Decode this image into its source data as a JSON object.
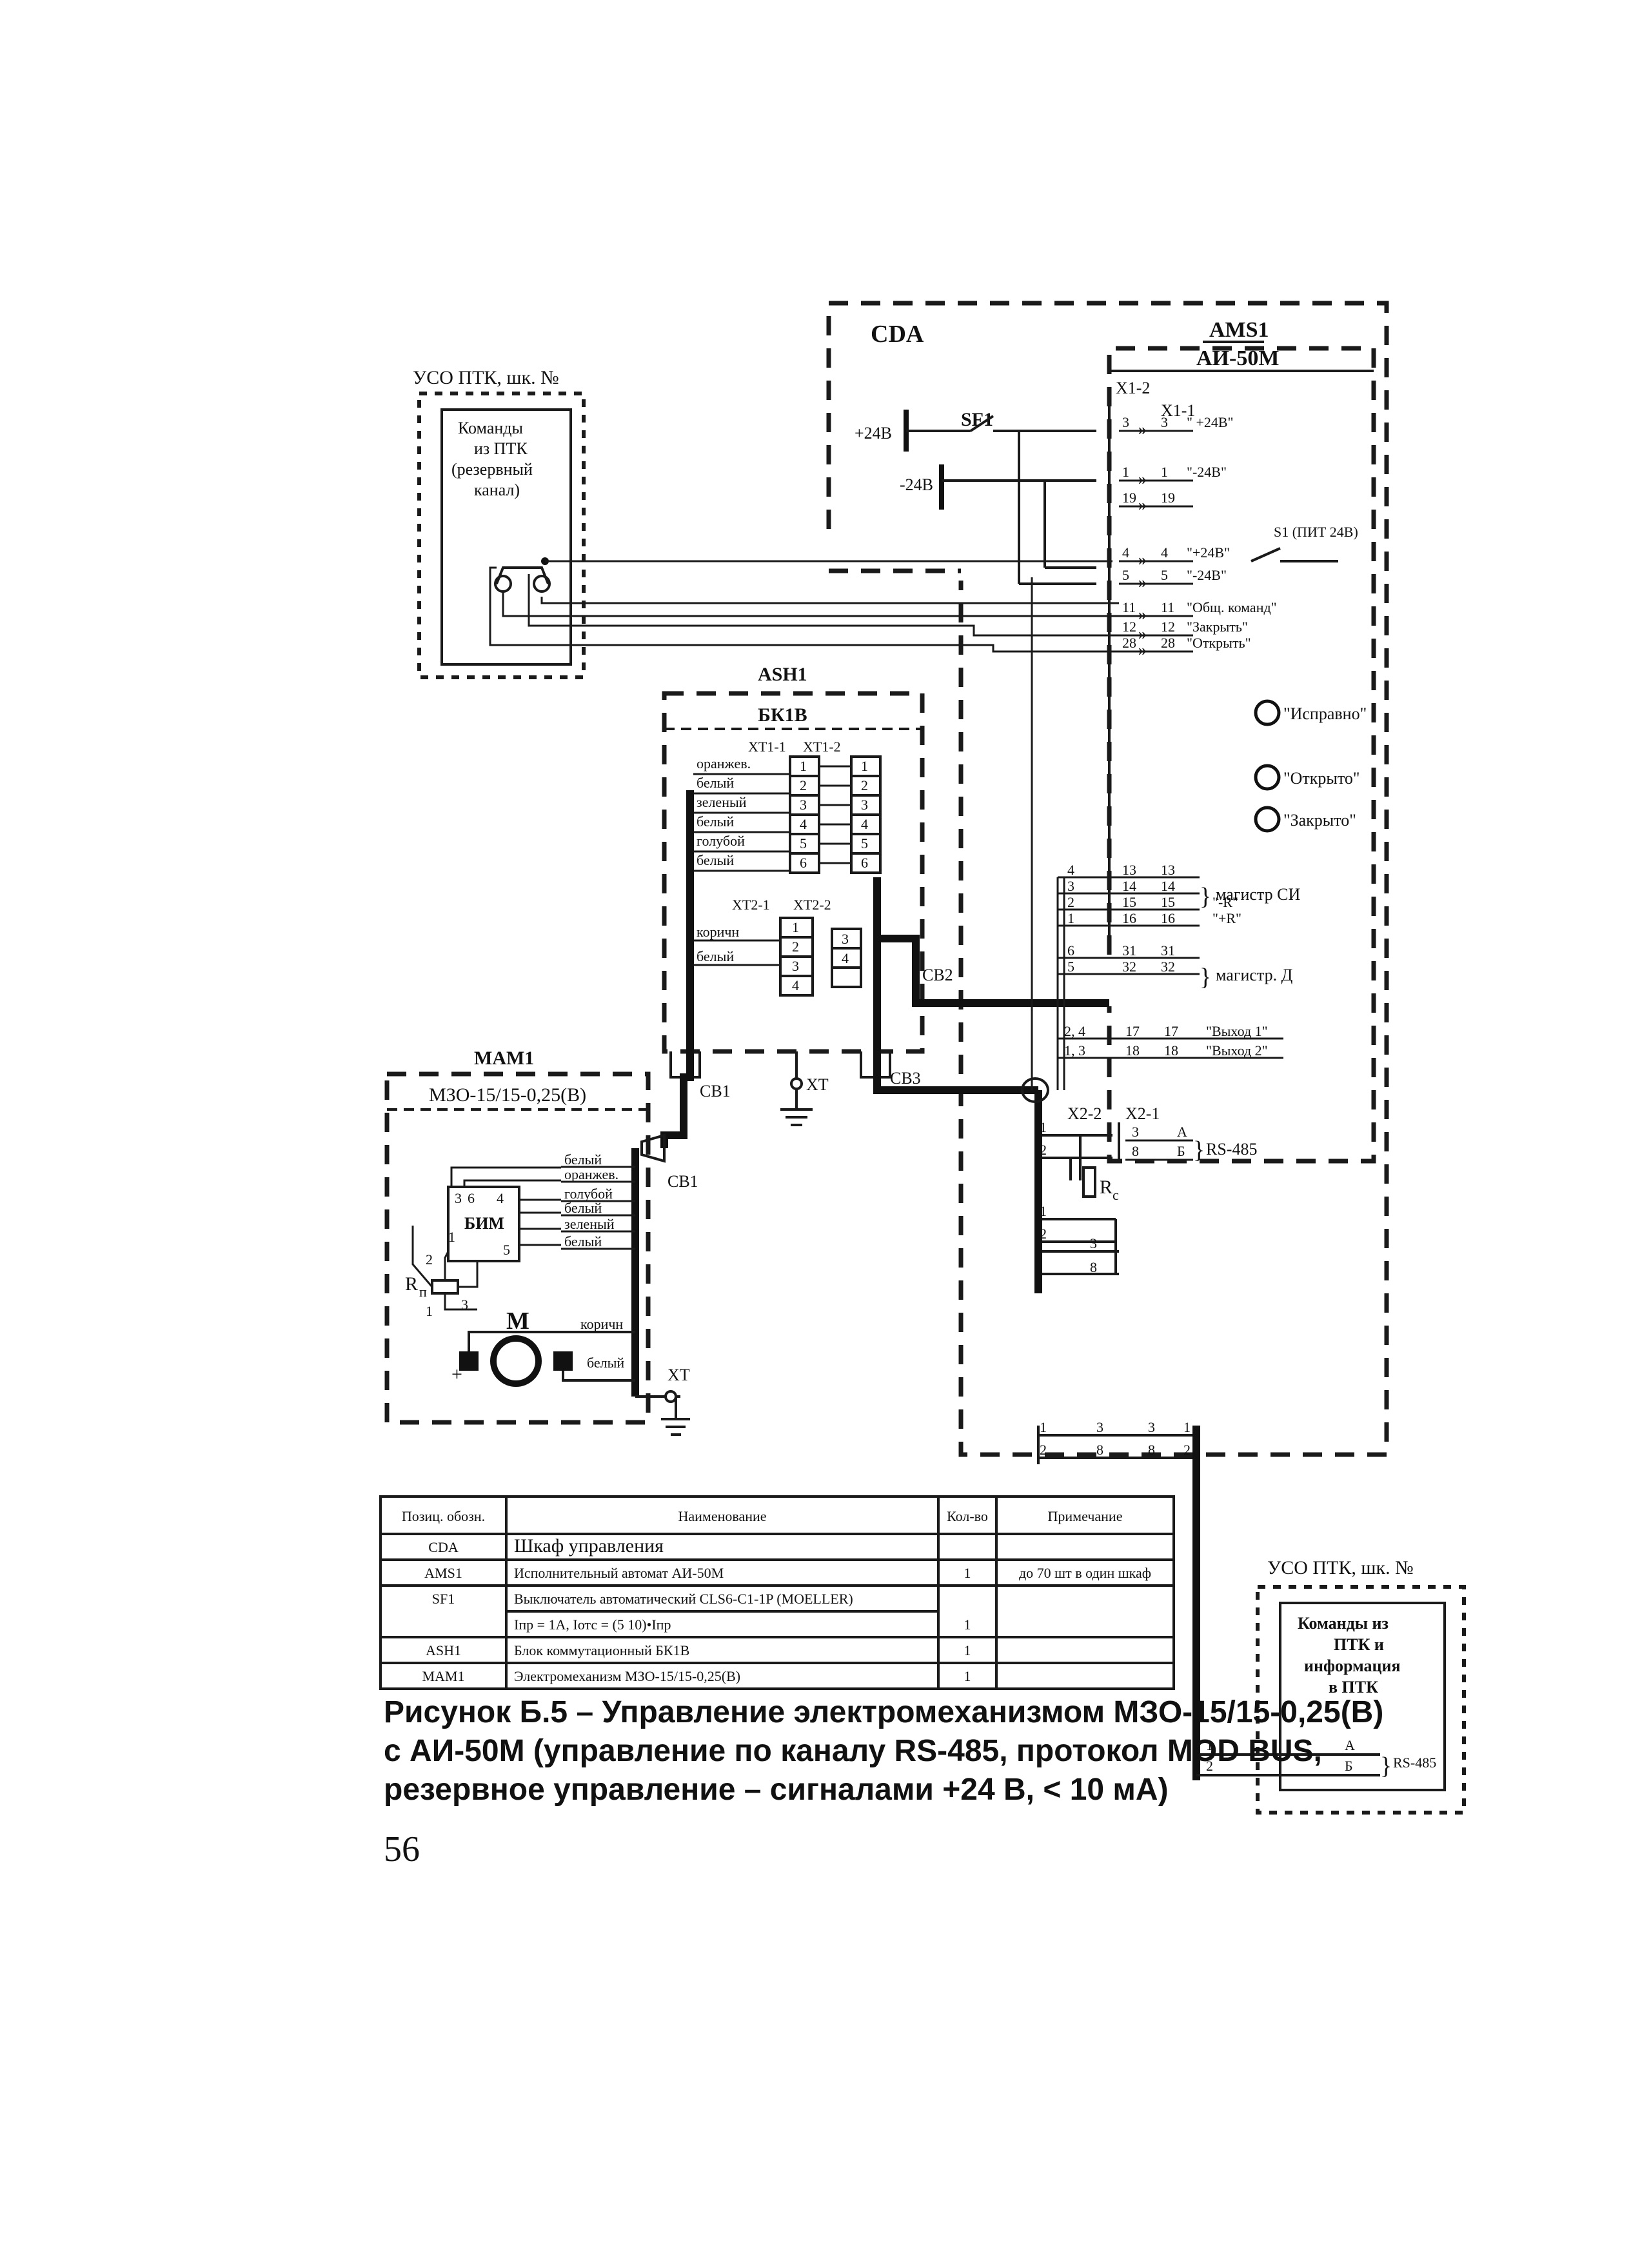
{
  "cda": {
    "title": "CDA",
    "plus24": "+24В",
    "minus24": "-24В",
    "sf1": "SF1"
  },
  "ams1": {
    "ref": "AMS1",
    "model": "АИ-50М",
    "x12": "X1-2",
    "x11": "X1-1",
    "s1": "S1 (ПИТ 24В)",
    "terminals": [
      {
        "a": "3",
        "b": "3",
        "sig": "\" +24В\""
      },
      {
        "a": "1",
        "b": "1",
        "sig": "\"-24В\""
      },
      {
        "a": "19",
        "b": "19",
        "sig": ""
      },
      {
        "a": "4",
        "b": "4",
        "sig": "\"+24В\""
      },
      {
        "a": "5",
        "b": "5",
        "sig": "\"-24В\""
      },
      {
        "a": "11",
        "b": "11",
        "sig": "\"Общ. команд\""
      },
      {
        "a": "12",
        "b": "12",
        "sig": "\"Закрыть\""
      },
      {
        "a": "28",
        "b": "28",
        "sig": "\"Открыть\""
      }
    ],
    "leds": [
      "\"Исправно\"",
      "\"Открыто\"",
      "\"Закрыто\""
    ],
    "bus": [
      {
        "a": "13",
        "b": "13",
        "sig": ""
      },
      {
        "a": "14",
        "b": "14",
        "sig": ""
      },
      {
        "a": "15",
        "b": "15",
        "sig": "\"-R\""
      },
      {
        "a": "16",
        "b": "16",
        "sig": "\"+R\""
      },
      {
        "a": "31",
        "b": "31",
        "sig": ""
      },
      {
        "a": "32",
        "b": "32",
        "sig": ""
      }
    ],
    "bus_left": [
      "4",
      "3",
      "2",
      "1",
      "6",
      "5"
    ],
    "magistr_si": "магистр СИ",
    "magistr_d": "магистр. Д",
    "outputs": [
      {
        "left": "2, 4",
        "a": "17",
        "b": "17",
        "sig": "\"Выход 1\""
      },
      {
        "left": "1, 3",
        "a": "18",
        "b": "18",
        "sig": "\"Выход 2\""
      }
    ],
    "x22": "X2-2",
    "x21": "X2-1",
    "rs485": "RS-485",
    "rc": "R",
    "rs_a": "А",
    "rs_b": "Б"
  },
  "uso_left": {
    "title": "УСО ПТК, шк. №",
    "box": [
      "Команды",
      "из ПТК",
      "(резервный",
      "канал)"
    ]
  },
  "ash1": {
    "ref": "ASH1",
    "model": "БК1В",
    "xt11": "XT1-1",
    "xt12": "XT1-2",
    "xt21": "XT2-1",
    "xt22": "XT2-2",
    "wires1": [
      "оранжев.",
      "белый",
      "зеленый",
      "белый",
      "голубой",
      "белый"
    ],
    "nums1": [
      "1",
      "2",
      "3",
      "4",
      "5",
      "6"
    ],
    "wires2": [
      "коричн",
      "белый"
    ],
    "nums2": [
      "1",
      "2",
      "3",
      "4"
    ],
    "cb2": "СВ2",
    "cb3": "СВ3",
    "cb1": "СВ1",
    "xt": "XT"
  },
  "mam1": {
    "ref": "МАМ1",
    "model": "МЗО-15/15-0,25(В)",
    "bim": "БИМ",
    "rp": "R",
    "motor": "М",
    "wires": [
      "белый",
      "оранжев.",
      "голубой",
      "белый",
      "зеленый",
      "белый"
    ],
    "motor_wires": [
      "коричн",
      "белый"
    ],
    "xt": "XT",
    "cb1": "СВ1"
  },
  "uso_right": {
    "title": "УСО ПТК, шк. №",
    "box": [
      "Команды из",
      "ПТК и",
      "информация",
      "в ПТК"
    ],
    "rs485": "RS-485",
    "a": "А",
    "b": "Б"
  },
  "table": {
    "headers": [
      "Позиц. обозн.",
      "Наименование",
      "Кол-во",
      "Примечание"
    ],
    "rows": [
      [
        "CDA",
        "Шкаф управления",
        "",
        ""
      ],
      [
        "AMS1",
        "Исполнительный автомат АИ-50М",
        "1",
        "до 70 шт в один шкаф"
      ],
      [
        "SF1",
        "Выключатель автоматический CLS6-C1-1P (MOELLER)",
        "",
        ""
      ],
      [
        "",
        "Iпр = 1А,   Iотс = (5    10)•Iпр",
        "1",
        ""
      ],
      [
        "ASH1",
        "Блок коммутационный БК1В",
        "1",
        ""
      ],
      [
        "МАМ1",
        "Электромеханизм МЗО-15/15-0,25(В)",
        "1",
        ""
      ]
    ]
  },
  "caption": [
    "Рисунок Б.5 – Управление электромеханизмом МЗО-15/15-0,25(В)",
    "с АИ-50М (управление по каналу RS-485, протокол MOD BUS,",
    "резервное управление – сигналами +24 В, < 10 мА)"
  ],
  "page_number": "56"
}
